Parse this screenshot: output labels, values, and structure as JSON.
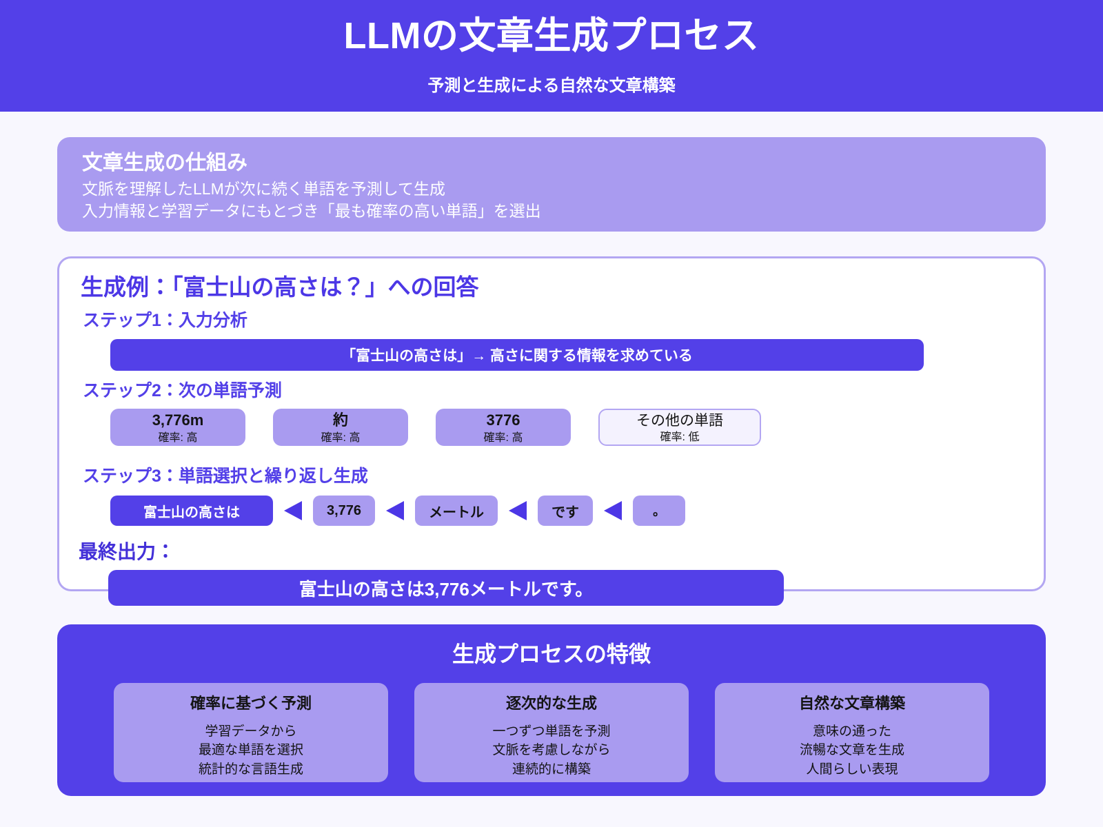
{
  "header": {
    "title": "LLMの文章生成プロセス",
    "subtitle": "予測と生成による自然な文章構築",
    "bg_color": "#5340e8"
  },
  "mechanism": {
    "title": "文章生成の仕組み",
    "line1": "文脈を理解したLLMが次に続く単語を予測して生成",
    "line2": "入力情報と学習データにもとづき「最も確率の高い単語」を選出",
    "bg_color": "#a99bf0"
  },
  "example": {
    "title": "生成例：「富士山の高さは？」への回答",
    "step1": {
      "label": "ステップ1：入力分析",
      "input_text": "「富士山の高さは」→ 高さに関する情報を求めている"
    },
    "step2": {
      "label": "ステップ2：次の単語予測",
      "candidates": [
        {
          "word": "3,776m",
          "probability": "確率: 高",
          "highlighted": true
        },
        {
          "word": "約",
          "probability": "確率: 高",
          "highlighted": true
        },
        {
          "word": "3776",
          "probability": "確率: 高",
          "highlighted": true
        },
        {
          "word": "その他の単語",
          "probability": "確率: 低",
          "highlighted": false
        }
      ]
    },
    "step3": {
      "label": "ステップ3：単語選択と繰り返し生成",
      "tokens": [
        "富士山の高さは",
        "3,776",
        "メートル",
        "です",
        "。"
      ]
    },
    "final": {
      "label": "最終出力：",
      "text": "富士山の高さは3,776メートルです。"
    }
  },
  "features": {
    "title": "生成プロセスの特徴",
    "cards": [
      {
        "title": "確率に基づく予測",
        "line1": "学習データから",
        "line2": "最適な単語を選択",
        "line3": "統計的な言語生成"
      },
      {
        "title": "逐次的な生成",
        "line1": "一つずつ単語を予測",
        "line2": "文脈を考慮しながら",
        "line3": "連続的に構築"
      },
      {
        "title": "自然な文章構築",
        "line1": "意味の通った",
        "line2": "流暢な文章を生成",
        "line3": "人間らしい表現"
      }
    ]
  }
}
